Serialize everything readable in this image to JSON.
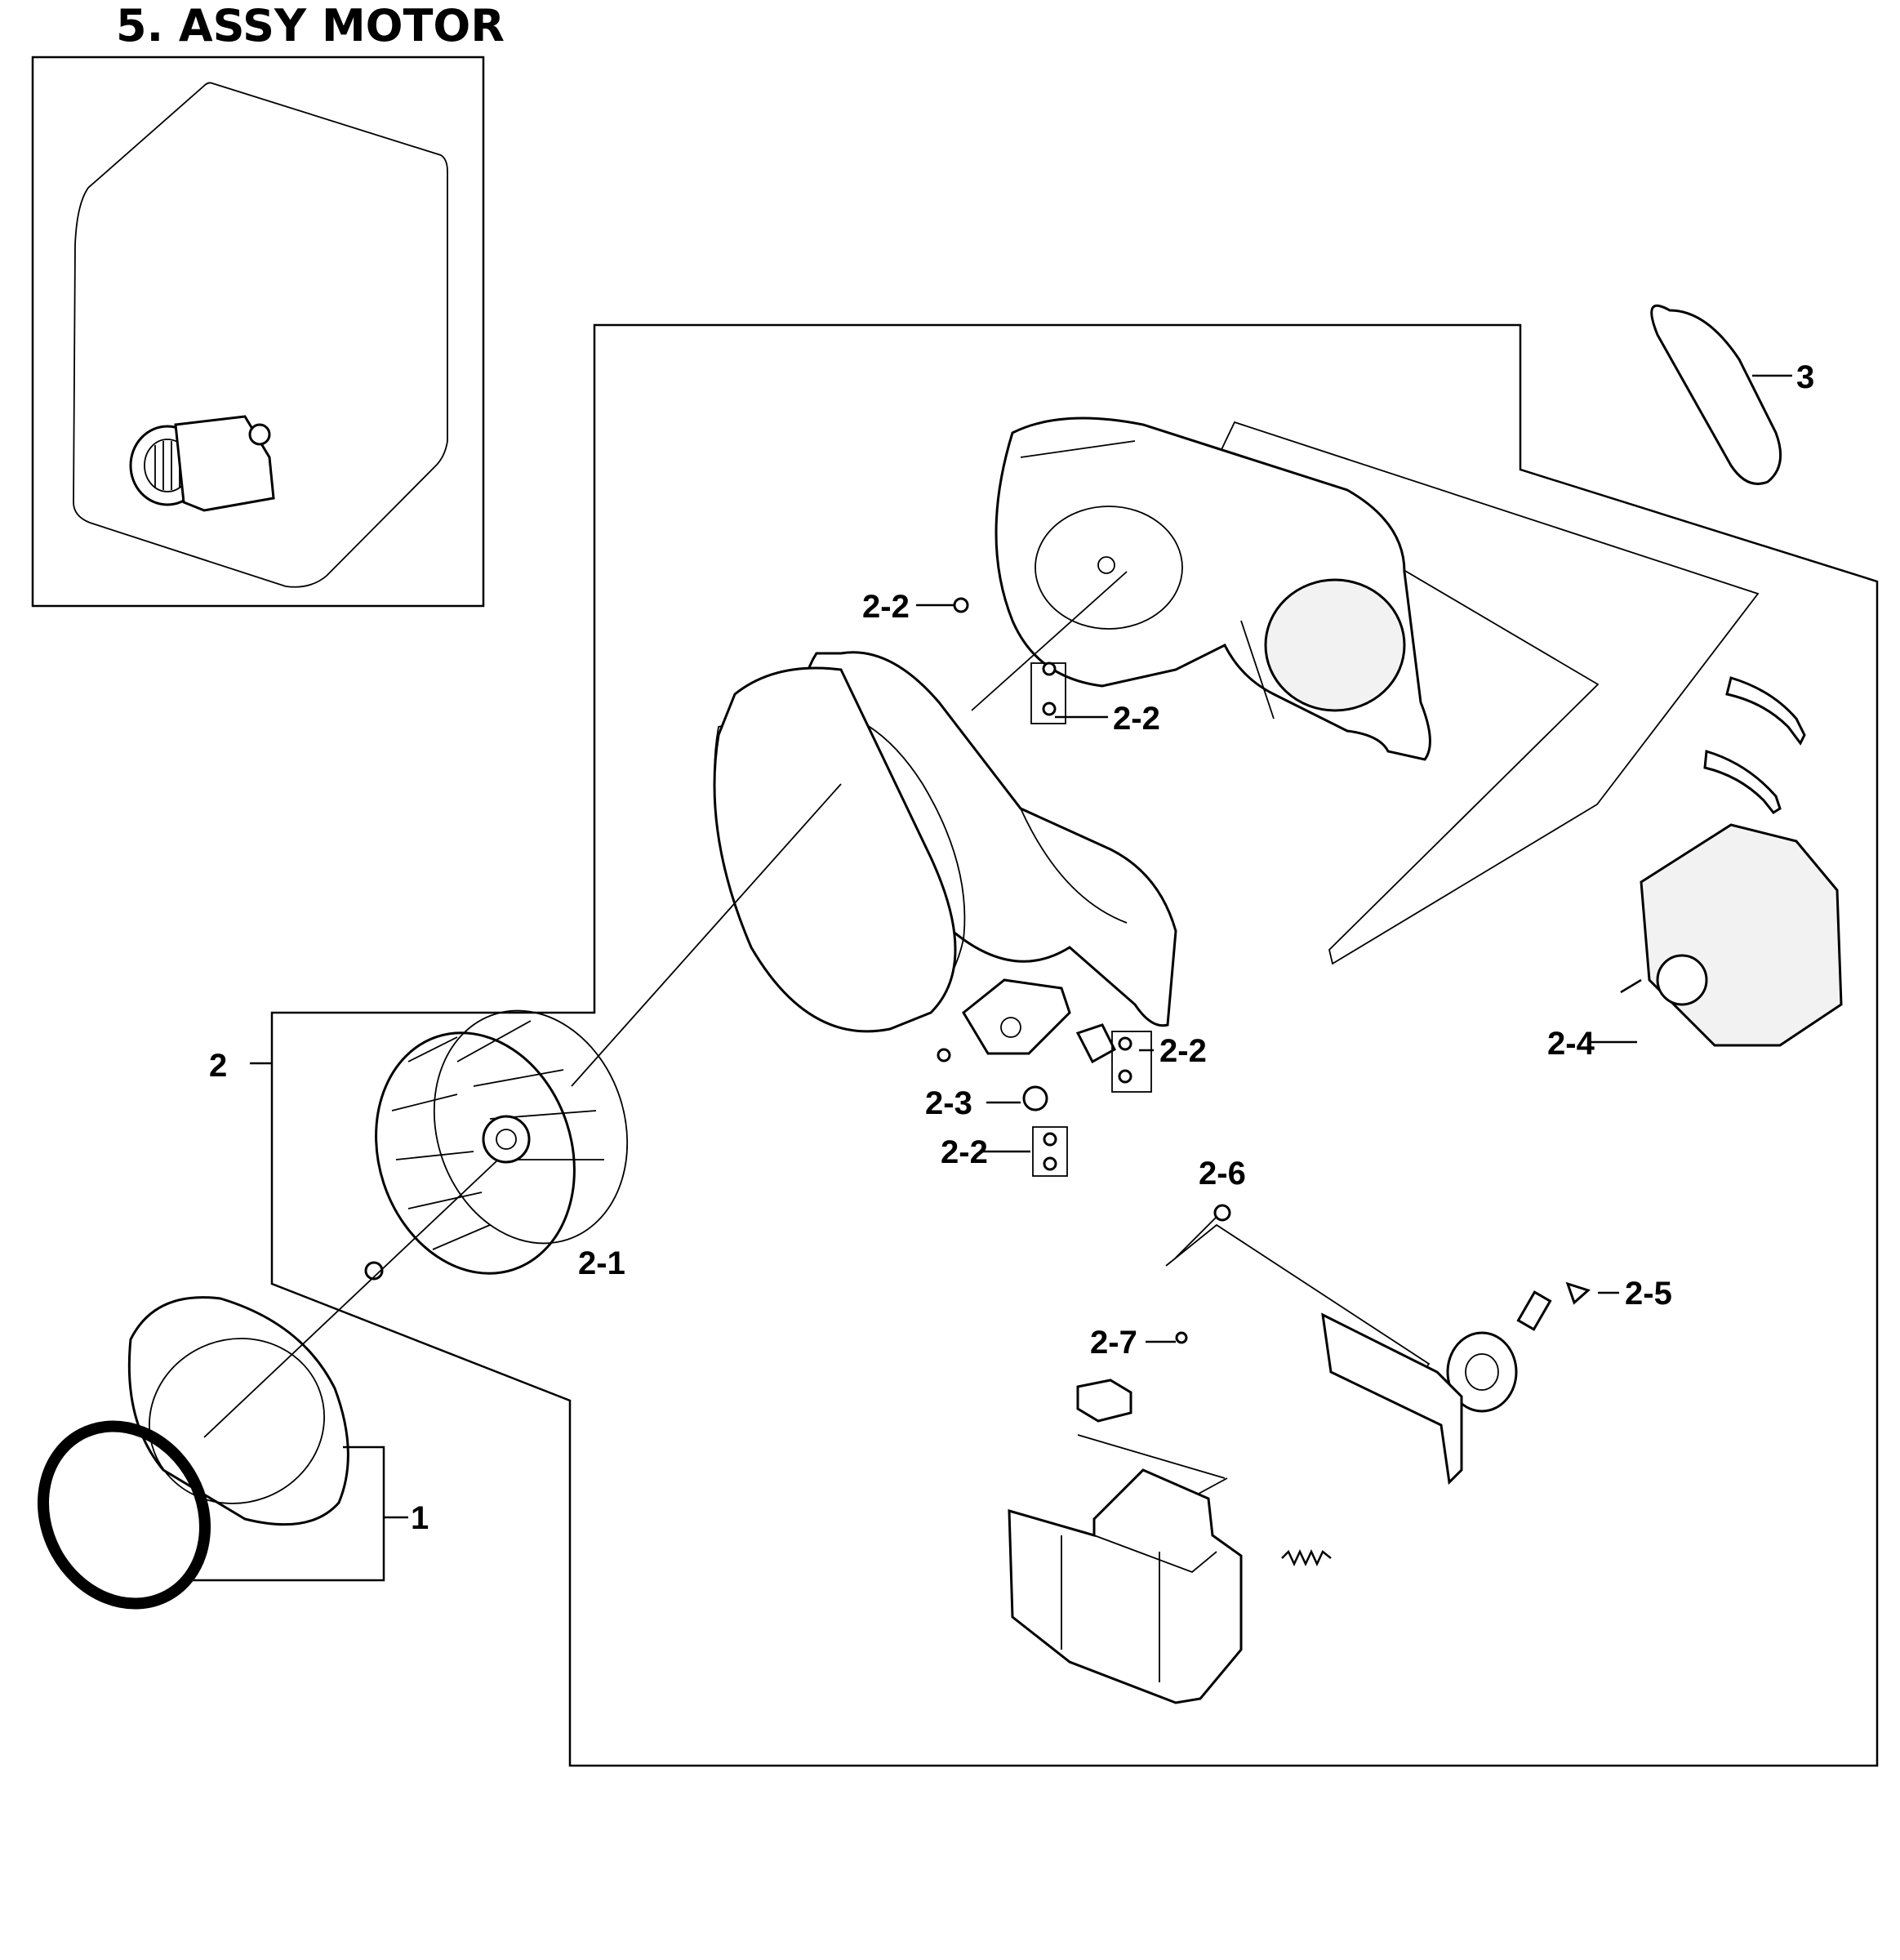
{
  "title": "5. ASSY MOTOR",
  "callouts": [
    {
      "id": "c-1",
      "text": "1"
    },
    {
      "id": "c-2",
      "text": "2"
    },
    {
      "id": "c-2-1",
      "text": "2-1"
    },
    {
      "id": "c-2-2a",
      "text": "2-2"
    },
    {
      "id": "c-2-2b",
      "text": "2-2"
    },
    {
      "id": "c-2-2c",
      "text": "2-2"
    },
    {
      "id": "c-2-2d",
      "text": "2-2"
    },
    {
      "id": "c-2-3",
      "text": "2-3"
    },
    {
      "id": "c-2-4",
      "text": "2-4"
    },
    {
      "id": "c-2-5",
      "text": "2-5"
    },
    {
      "id": "c-2-6",
      "text": "2-6"
    },
    {
      "id": "c-2-7",
      "text": "2-7"
    },
    {
      "id": "c-3",
      "text": "3"
    }
  ]
}
